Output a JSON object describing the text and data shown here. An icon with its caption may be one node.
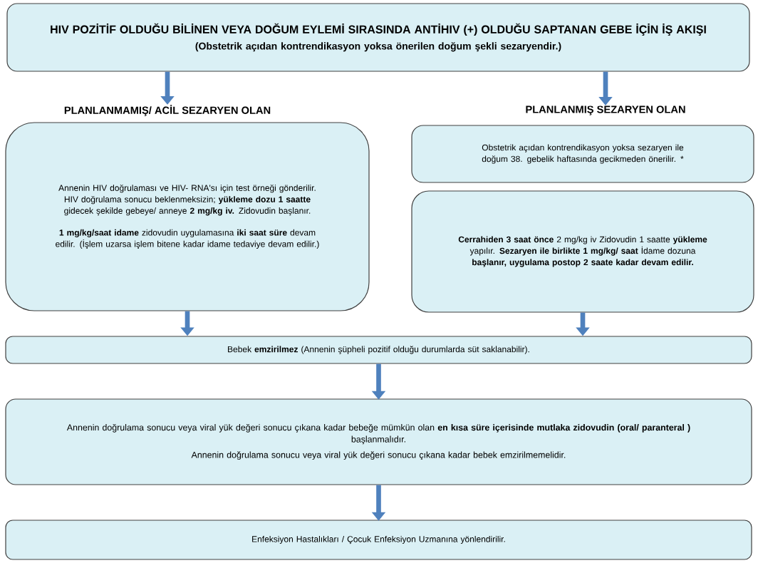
{
  "diagram": {
    "nodes": [
      {
        "text": [
          "HIV POZİTİF OLDUĞU BİLİNEN VEYA DOĞUM EYLEMİ SIRASINDA ANTİHIV (+) OLDUĞU SAPTANAN GEBE İÇİN İŞ AKIŞI",
          "(Obstetrik açıdan kontrendikasyon yoksa önerilen doğum şekli sezaryendir.)"
        ]
      },
      {
        "text": [
          "PLANLANMAMIŞ/ ACİL SEZARYEN OLAN",
          "Annenin HIV doğrulaması ve HIV- RNA'sı için test örneği gönderilir. HIV doğrulama sonucu beklenmeksizin; **yükleme dozu 1 saatte** gidecek şekilde gebeye/ anneye **2 mg/kg iv.** Zidovudin başlanır.",
          "**1 mg/kg/saat idame** zidovudin uygulamasına **iki saat süre** devam edilir. (İşlem uzarsa işlem bitene kadar idame tedaviye devam edilir.)"
        ]
      },
      {
        "text": [
          "PLANLANMIŞ SEZARYEN OLAN",
          "Obstetrik açıdan kontrendikasyon yoksa sezaryen ile doğum 38. gebelik haftasında gecikmeden önerilir. *"
        ]
      },
      {
        "text": [
          "**Cerrahiden 3 saat önce** 2 mg/kg iv Zidovudin 1 saatte **yükleme** yapılır. **Sezaryen ile birlikte 1 mg/kg/ saat** İdame dozuna **başlanır, uygulama postop 2 saate kadar devam edilir.**"
        ]
      },
      {
        "text": [
          "Bebek **emzirilmez** (Annenin şüpheli pozitif olduğu durumlarda süt saklanabilir)."
        ]
      },
      {
        "text": [
          "Annenin doğrulama sonucu veya viral yük değeri sonucu çıkana kadar bebeğe mümkün olan **en kısa süre içerisinde mutlaka zidovudin (oral/ paranteral )** başlanmalıdır.",
          "Annenin doğrulama sonucu veya viral yük değeri sonucu çıkana kadar bebek emzirilmemelidir."
        ]
      },
      {
        "text": [
          "Enfeksiyon Hastalıkları / Çocuk Enfeksiyon Uzmanına yönlendirilir."
        ]
      }
    ],
    "edges": [
      {
        "from": 0,
        "to": 1,
        "arrow": "to"
      },
      {
        "from": 0,
        "to": 2,
        "arrow": "to"
      },
      {
        "from": 1,
        "to": 4,
        "arrow": "to"
      },
      {
        "from": 3,
        "to": 4,
        "arrow": "to"
      },
      {
        "from": 4,
        "to": 5,
        "arrow": "to"
      },
      {
        "from": 5,
        "to": 6,
        "arrow": "to"
      }
    ]
  }
}
